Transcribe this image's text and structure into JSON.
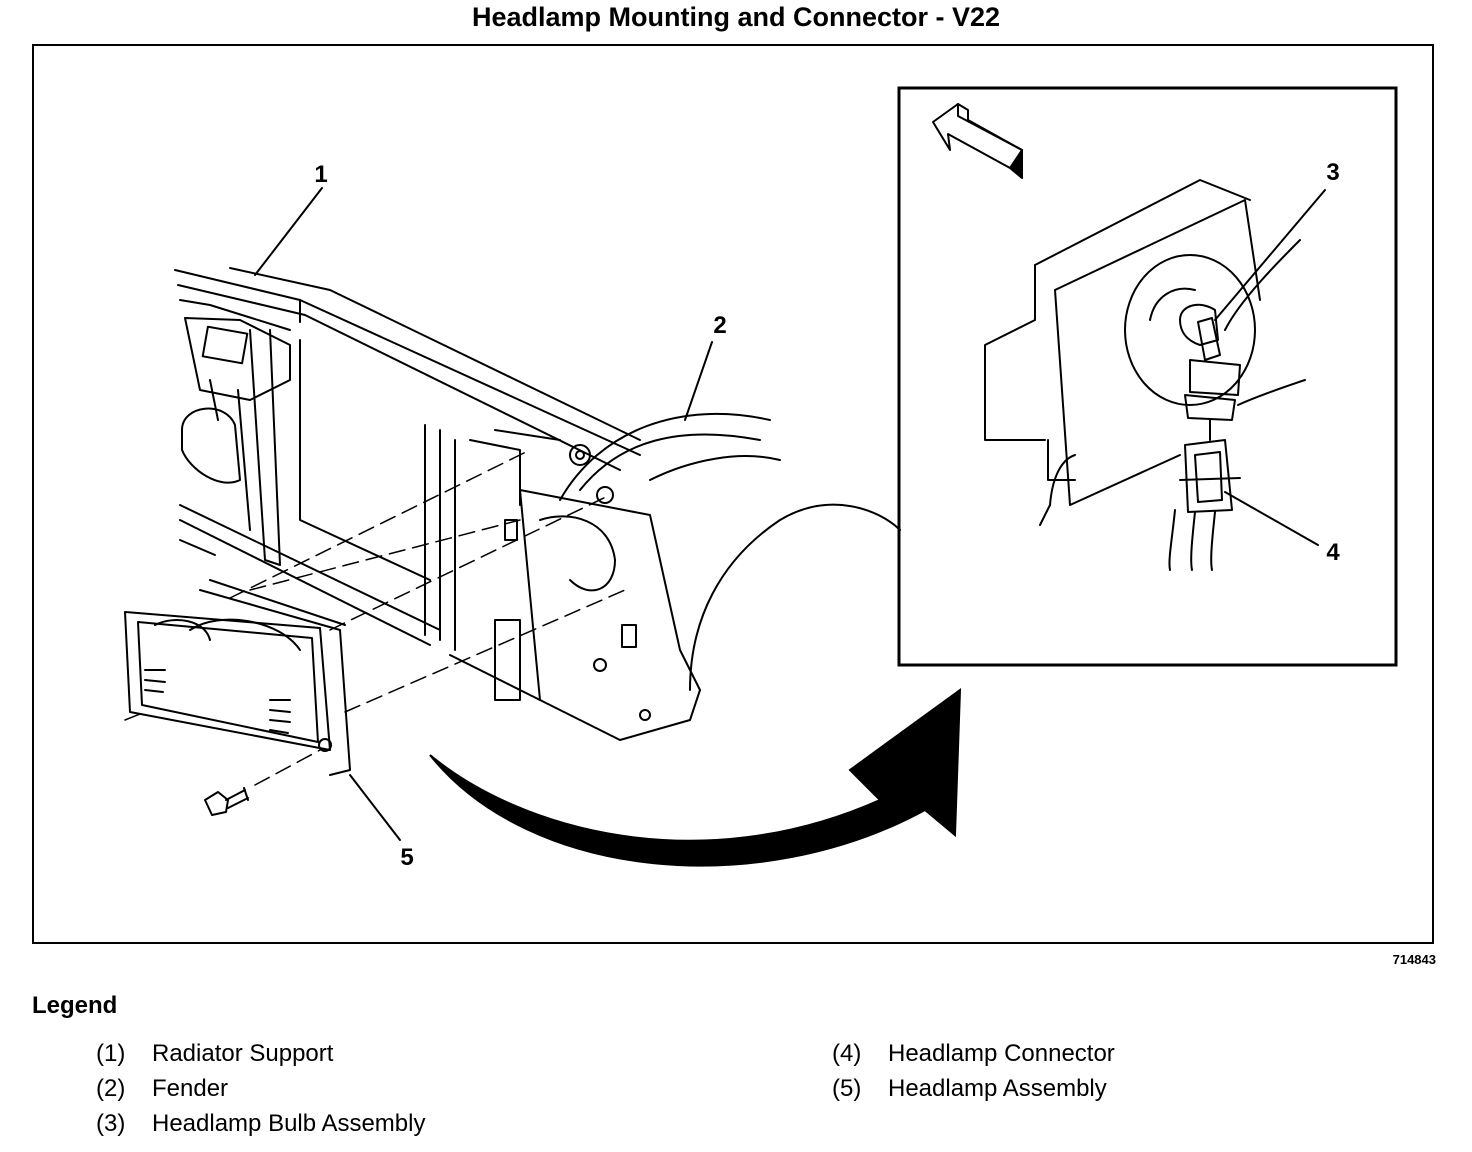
{
  "title": "Headlamp Mounting and Connector - V22",
  "figure_id": "714843",
  "callouts": [
    "1",
    "2",
    "3",
    "4",
    "5"
  ],
  "legend": {
    "heading": "Legend",
    "items": [
      {
        "num": "(1)",
        "label": "Radiator Support"
      },
      {
        "num": "(2)",
        "label": "Fender"
      },
      {
        "num": "(3)",
        "label": "Headlamp Bulb Assembly"
      },
      {
        "num": "(4)",
        "label": "Headlamp Connector"
      },
      {
        "num": "(5)",
        "label": "Headlamp Assembly"
      }
    ]
  }
}
